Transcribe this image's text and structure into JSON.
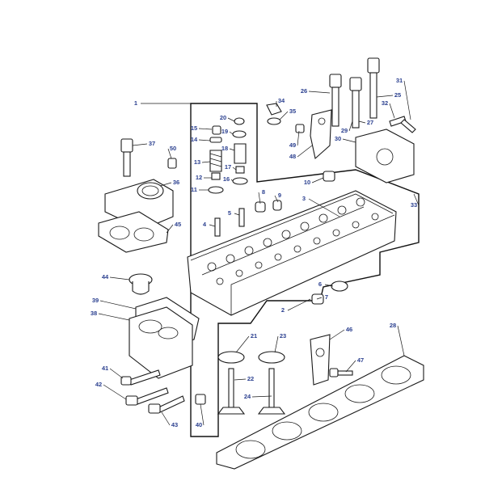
{
  "callouts": [
    "1",
    "2",
    "3",
    "4",
    "5",
    "6",
    "7",
    "8",
    "9",
    "10",
    "11",
    "12",
    "13",
    "14",
    "15",
    "16",
    "17",
    "18",
    "19",
    "20",
    "21",
    "22",
    "23",
    "24",
    "25",
    "26",
    "27",
    "28",
    "29",
    "30",
    "31",
    "32",
    "33",
    "34",
    "35",
    "36",
    "37",
    "38",
    "39",
    "40",
    "41",
    "42",
    "43",
    "44",
    "45",
    "46",
    "47",
    "48",
    "49",
    "50"
  ]
}
